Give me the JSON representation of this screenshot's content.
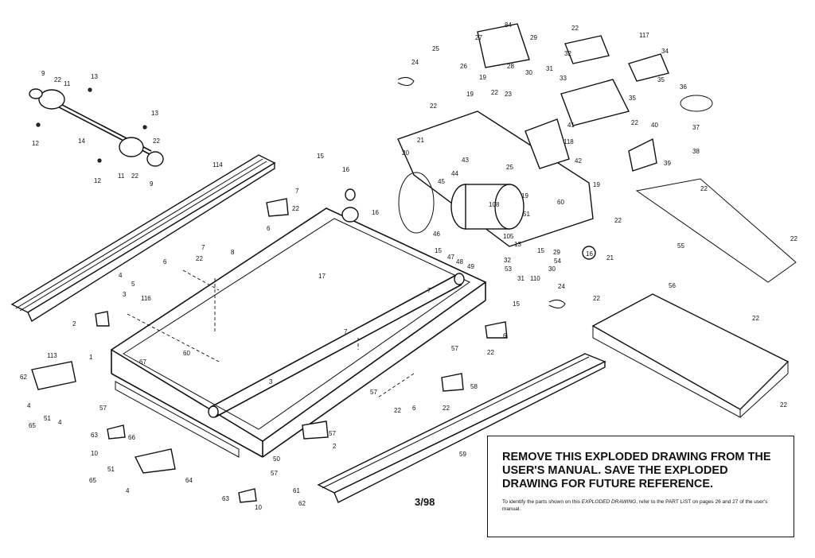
{
  "notice": {
    "heading": "REMOVE THIS EXPLODED DRAWING FROM THE USER'S MANUAL. SAVE THE EXPLODED DRAWING FOR FUTURE REFERENCE.",
    "pre": "To identify the parts shown on this ",
    "em": "EXPLODED DRAWING",
    "post": ", refer to the PART LIST on pages 26 and 27 of the user's manual."
  },
  "date_code": "3/98",
  "callouts": {
    "c9a": "9",
    "c22a": "22",
    "c11a": "11",
    "c13a": "13",
    "c12a": "12",
    "c14": "14",
    "c13b": "13",
    "c22b": "22",
    "c11b": "11",
    "c22c": "22",
    "c9b": "9",
    "c12b": "12",
    "c114": "114",
    "c15a": "15",
    "c16a": "16",
    "c7a": "7",
    "c22d": "22",
    "c6a": "6",
    "c16b": "16",
    "c7b": "7",
    "c8": "8",
    "c22e": "22",
    "c6b": "6",
    "c4a": "4",
    "c5": "5",
    "c116": "116",
    "c17": "17",
    "c3a": "3",
    "c2a": "2",
    "c1": "1",
    "c60": "60",
    "c67": "67",
    "c113": "113",
    "c62": "62",
    "c4b": "4",
    "c51a": "51",
    "c4c": "4",
    "c65a": "65",
    "c57a": "57",
    "c63a": "63",
    "c66": "66",
    "c10a": "10",
    "c51b": "51",
    "c65b": "65",
    "c4d": "4",
    "c64": "64",
    "c63b": "63",
    "c10b": "10",
    "c57b": "57",
    "c61": "61",
    "c62b": "62",
    "c3b": "3",
    "c50": "50",
    "c57c": "57",
    "c2b": "2",
    "c57d": "57",
    "c22f": "22",
    "c6c": "6",
    "c7c": "7",
    "c57e": "57",
    "c7d": "7",
    "c15b": "15",
    "c6d": "6",
    "c22g": "22",
    "c58": "58",
    "c22h": "22",
    "c59": "59",
    "c24a": "24",
    "c25a": "25",
    "c27": "27",
    "c84": "84",
    "c29": "29",
    "c26": "26",
    "c19a": "19",
    "c28": "28",
    "c30a": "30",
    "c31a": "31",
    "c22i": "22",
    "c32": "32",
    "c117": "117",
    "c34": "34",
    "c35a": "35",
    "c33": "33",
    "c35b": "35",
    "c36": "36",
    "c19b": "19",
    "c22j": "22",
    "c23": "23",
    "c22k": "22",
    "c21a": "21",
    "c20": "20",
    "c41": "41",
    "c118": "118",
    "c22l": "22",
    "c40": "40",
    "c37": "37",
    "c38": "38",
    "c39": "39",
    "c43": "43",
    "c44": "44",
    "c25b": "25",
    "c42": "42",
    "c19c": "19",
    "c19d": "19",
    "c45": "45",
    "c108": "108",
    "c60b": "60",
    "c51c": "51",
    "c22m": "22",
    "c46": "46",
    "c15c": "15",
    "c47": "47",
    "c48": "48",
    "c49": "49",
    "c105": "105",
    "c13c": "13",
    "c29b": "29",
    "c15d": "15",
    "c16c": "16",
    "c32b": "32",
    "c54": "54",
    "c53": "53",
    "c30b": "30",
    "c31b": "31",
    "c110": "110",
    "c21b": "21",
    "c22n": "22",
    "c55": "55",
    "c22o": "22",
    "c24b": "24",
    "c22p": "22",
    "c56": "56",
    "c22q": "22",
    "c22r": "22"
  }
}
